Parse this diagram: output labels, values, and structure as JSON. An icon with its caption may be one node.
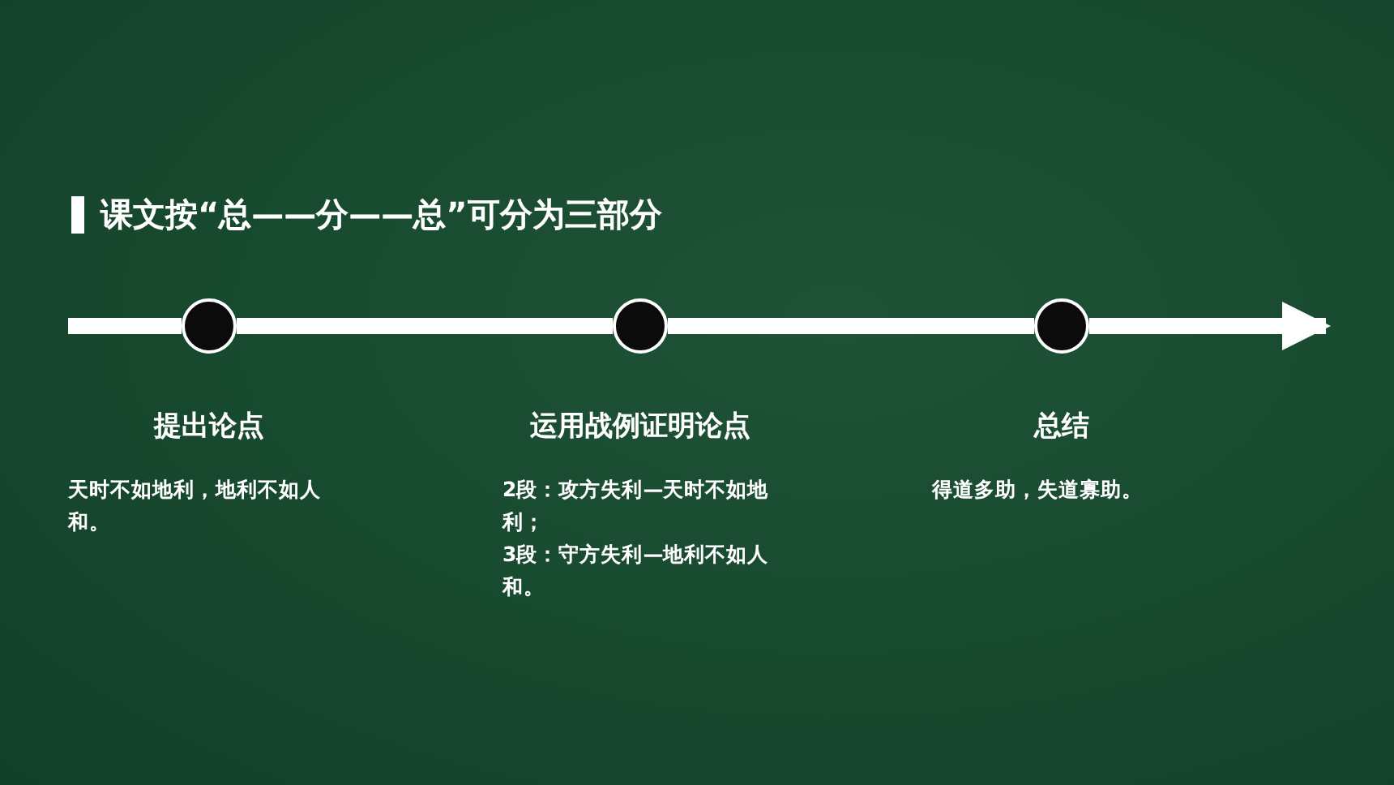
{
  "diagram": {
    "title": "课文按“总——分——总”可分为三部分",
    "nodes": [
      {
        "text": [],
        "shape": "circle",
        "beside": [
          "提出论点",
          "天时不如地利，地利不如人和。"
        ]
      },
      {
        "text": [],
        "shape": "circle",
        "beside": [
          "运用战例证明论点",
          "2段：攻方失利—天时不如地利；",
          "3段：守方失利—地利不如人和。"
        ]
      },
      {
        "text": [],
        "shape": "circle",
        "beside": [
          "总结",
          "得道多助，失道寡助。"
        ]
      }
    ],
    "edges": [
      {
        "from": null,
        "to": 0,
        "arrow": "none"
      },
      {
        "from": 0,
        "to": 1,
        "arrow": "none"
      },
      {
        "from": 1,
        "to": 2,
        "arrow": "none"
      },
      {
        "from": 2,
        "to": null,
        "arrow": "to"
      }
    ]
  }
}
